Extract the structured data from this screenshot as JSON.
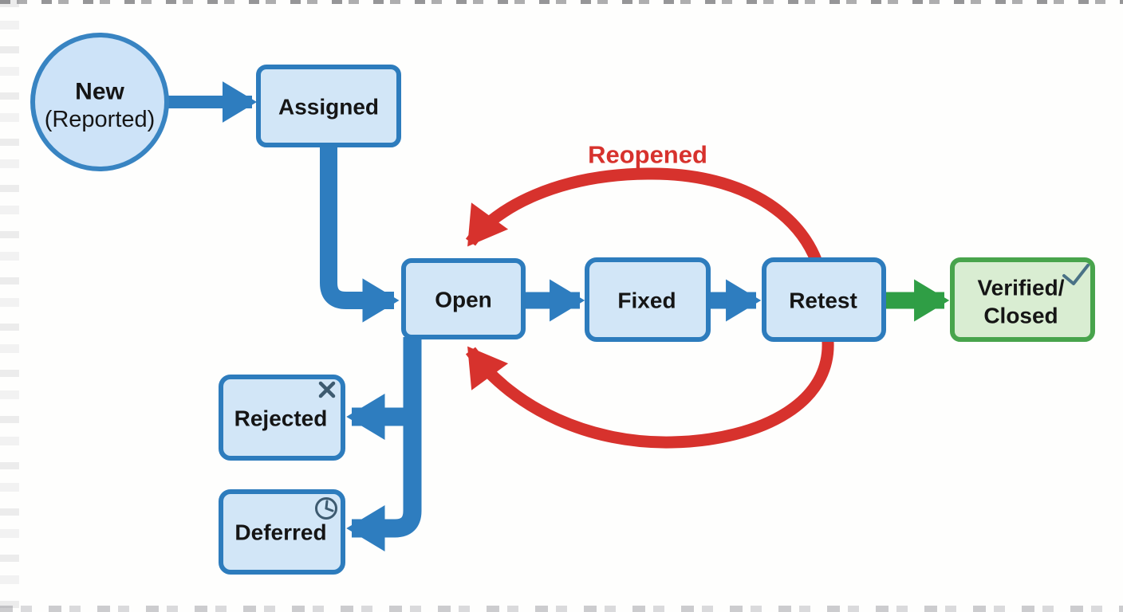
{
  "diagram": {
    "type": "flowchart",
    "subject": "defect-life-cycle",
    "colors": {
      "flow_blue": "#2e7dbf",
      "node_fill_blue": "#d2e6f7",
      "node_border_blue": "#2d7cbd",
      "circle_fill": "#cde3f8",
      "circle_border": "#3884c2",
      "loop_red": "#d7322d",
      "arrow_green": "#2f9e45",
      "node_fill_green": "#d9edd2",
      "node_border_green": "#48a44c",
      "icon_slate": "#3e5b70",
      "check_slate": "#4a7286",
      "text": "#151515"
    },
    "nodes": {
      "new": {
        "label": "New",
        "sublabel": "(Reported)",
        "shape": "circle"
      },
      "assigned": {
        "label": "Assigned",
        "shape": "rect"
      },
      "open": {
        "label": "Open",
        "shape": "rect"
      },
      "fixed": {
        "label": "Fixed",
        "shape": "rect"
      },
      "retest": {
        "label": "Retest",
        "shape": "rect"
      },
      "verified_closed": {
        "line1": "Verified/",
        "line2": "Closed",
        "shape": "rect-green",
        "icon": "check-icon"
      },
      "rejected": {
        "label": "Rejected",
        "shape": "rect",
        "icon": "x-icon"
      },
      "deferred": {
        "label": "Deferred",
        "shape": "rect",
        "icon": "clock-icon"
      }
    },
    "edge_labels": {
      "reopened": "Reopened"
    },
    "edges": [
      {
        "from": "new",
        "to": "assigned",
        "color": "blue",
        "style": "straight"
      },
      {
        "from": "assigned",
        "to": "open",
        "color": "blue",
        "style": "elbow-down-right"
      },
      {
        "from": "open",
        "to": "fixed",
        "color": "blue",
        "style": "straight"
      },
      {
        "from": "fixed",
        "to": "retest",
        "color": "blue",
        "style": "straight"
      },
      {
        "from": "retest",
        "to": "verified_closed",
        "color": "green",
        "style": "straight"
      },
      {
        "from": "open",
        "to": "rejected",
        "color": "blue",
        "style": "elbow-down-left"
      },
      {
        "from": "open",
        "to": "deferred",
        "color": "blue",
        "style": "elbow-down-left"
      },
      {
        "from": "retest",
        "to": "open",
        "color": "red",
        "style": "curved-loop-top",
        "label": "Reopened"
      },
      {
        "from": "retest",
        "to": "open",
        "color": "red",
        "style": "curved-loop-bottom",
        "label": "Reopened"
      }
    ]
  }
}
